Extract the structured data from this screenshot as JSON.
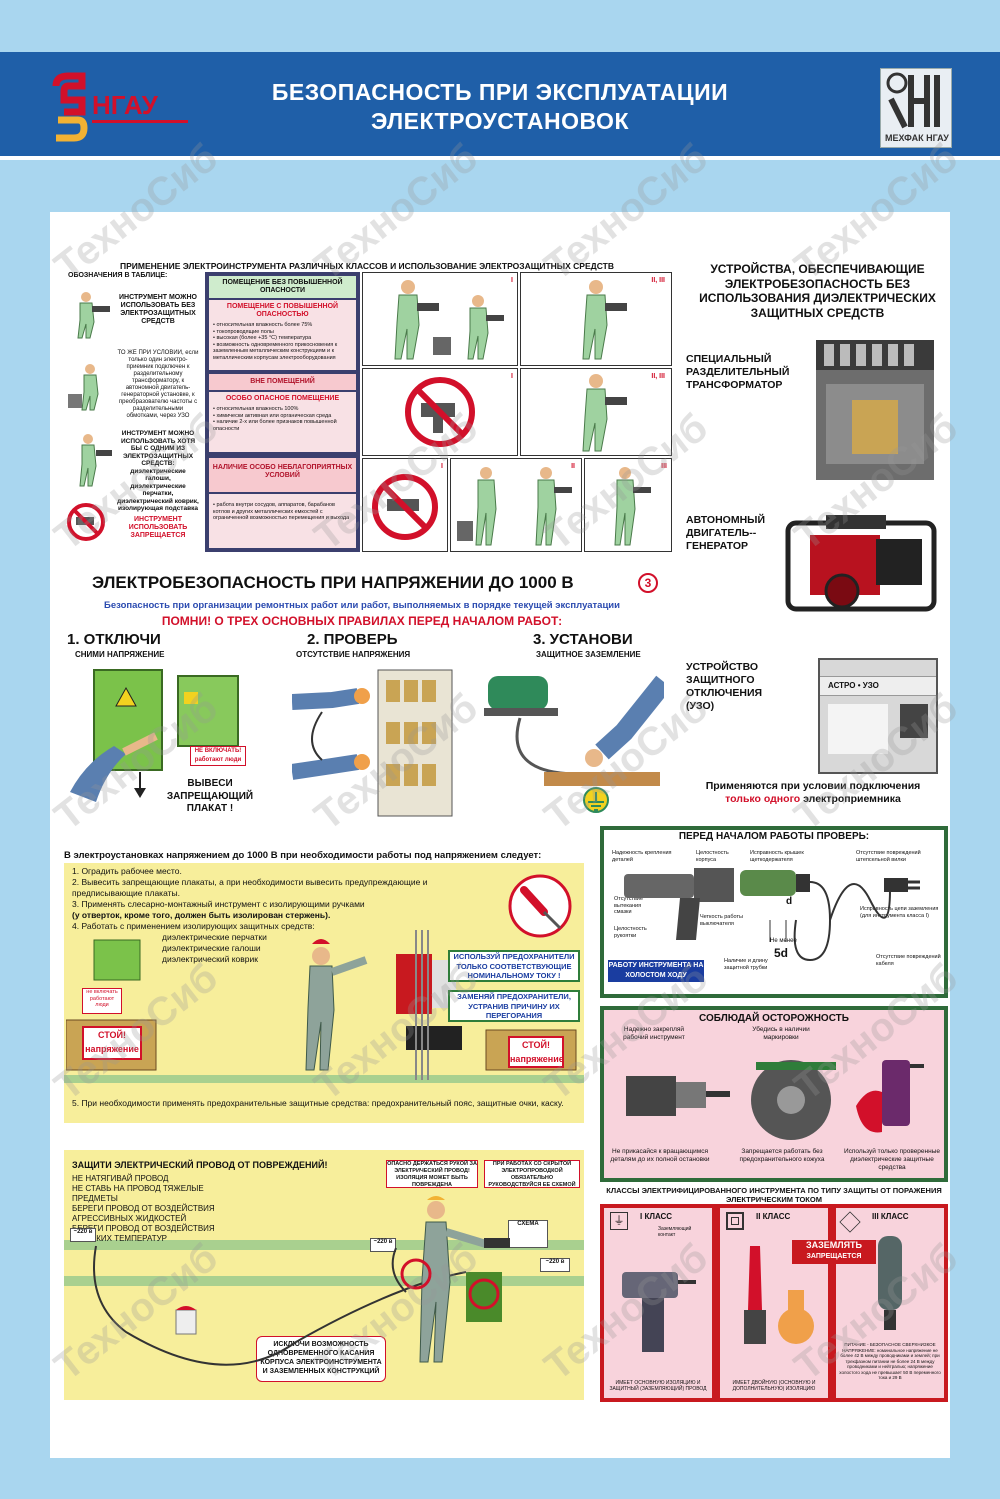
{
  "header": {
    "title_line1": "БЕЗОПАСНОСТЬ ПРИ ЭКСПЛУАТАЦИИ",
    "title_line2": "ЭЛЕКТРОУСТАНОВОК",
    "logo_left_text": "НГАУ",
    "logo_right_text": "МЕХФАК НГАУ"
  },
  "watermark": "ТехноСиб",
  "table_section": {
    "title": "ПРИМЕНЕНИЕ ЭЛЕКТРОИНСТРУМЕНТА РАЗЛИЧНЫХ КЛАССОВ И ИСПОЛЬЗОВАНИЕ ЭЛЕКТРОЗАЩИТНЫХ СРЕДСТВ",
    "legend_title": "ОБОЗНАЧЕНИЯ В ТАБЛИЦЕ:",
    "legend": [
      "ИНСТРУМЕНТ МОЖНО ИСПОЛЬЗОВАТЬ БЕЗ ЭЛЕКТРОЗАЩИТНЫХ СРЕДСТВ",
      "ТО ЖЕ ПРИ УСЛОВИИ, если только один электро-приемник подключен к разделительному трансформатору, к автономной двигатель-генераторной установке, к преобразователю частоты с разделительными обмотками, через УЗО",
      "ИНСТРУМЕНТ МОЖНО ИСПОЛЬЗОВАТЬ ХОТЯ БЫ С ОДНИМ ИЗ ЭЛЕКТРОЗАЩИТНЫХ СРЕДСТВ: диэлектрические галоши, диэлектрические перчатки, диэлектрический коврик, изолирующая подставка",
      "ИНСТРУМЕНТ ИСПОЛЬЗОВАТЬ ЗАПРЕЩАЕТСЯ"
    ],
    "rooms": [
      {
        "header": "ПОМЕЩЕНИЕ БЕЗ ПОВЫШЕННОЙ ОПАСНОСТИ",
        "sub": "ПОМЕЩЕНИЕ С ПОВЫШЕННОЙ ОПАСНОСТЬЮ",
        "items": [
          "относительная влажность более 75%",
          "токопроводящие полы",
          "высокая (более +35 °С) температура",
          "возможность одновременного прикосновения к заземленным металлическим конструкциям и к металлическим корпусам электрооборудования"
        ]
      },
      {
        "header": "ВНЕ ПОМЕЩЕНИЙ",
        "sub": "ОСОБО ОПАСНОЕ ПОМЕЩЕНИЕ",
        "items": [
          "относительная влажность 100%",
          "химически активная или органическая среда",
          "наличие 2-х или более признаков повышенной опасности"
        ]
      },
      {
        "header": "НАЛИЧИЕ ОСОБО НЕБЛАГОПРИЯТНЫХ УСЛОВИЙ",
        "sub": "",
        "items": [
          "работа внутри сосудов, аппаратов, барабанов котлов и других металлических емкостей с ограниченной возможностью перемещения и выхода"
        ]
      }
    ],
    "class_marks": [
      "I",
      "II, III",
      "I",
      "II, III",
      "I",
      "II",
      "III"
    ]
  },
  "devices": {
    "title": "УСТРОЙСТВА, ОБЕСПЕЧИВАЮЩИЕ ЭЛЕКТРОБЕЗОПАСНОСТЬ БЕЗ ИСПОЛЬЗОВАНИЯ ДИЭЛЕКТРИЧЕСКИХ ЗАЩИТНЫХ СРЕДСТВ",
    "items": [
      "СПЕЦИАЛЬНЫЙ РАЗДЕЛИТЕЛЬНЫЙ ТРАНСФОРМАТОР",
      "АВТОНОМНЫЙ ДВИГАТЕЛЬ--ГЕНЕРАТОР",
      "УСТРОЙСТВО ЗАЩИТНОГО ОТКЛЮЧЕНИЯ (УЗО)"
    ],
    "uzo_label": "АСТРО • УЗО",
    "note_line1": "Применяются при условии подключения",
    "note_red": "только одного",
    "note_line2": "электроприемника"
  },
  "rules": {
    "title": "ЭЛЕКТРОБЕЗОПАСНОСТЬ ПРИ НАПРЯЖЕНИИ ДО 1000 В",
    "badge": "3",
    "subtitle": "Безопасность при организации ремонтных работ или работ, выполняемых в порядке текущей эксплуатации",
    "remember": "ПОМНИ! О ТРЕХ ОСНОВНЫХ ПРАВИЛАХ ПЕРЕД НАЧАЛОМ РАБОТ:",
    "steps": [
      {
        "title": "1. ОТКЛЮЧИ",
        "sub": "СНИМИ НАПРЯЖЕНИЕ"
      },
      {
        "title": "2. ПРОВЕРЬ",
        "sub": "ОТСУТСТВИЕ НАПРЯЖЕНИЯ"
      },
      {
        "title": "3. УСТАНОВИ",
        "sub": "ЗАЩИТНОЕ ЗАЗЕМЛЕНИЕ"
      }
    ],
    "sign": "НЕ ВКЛЮЧАТЬ! работают люди",
    "hang_poster": "ВЫВЕСИ ЗАПРЕЩАЮЩИЙ ПЛАКАТ !"
  },
  "live_work": {
    "title": "В электроустановках напряжением до 1000 В при необходимости работы под напряжением следует:",
    "items": [
      "1. Оградить рабочее место.",
      "2. Вывесить запрещающие плакаты, а при необходимости вывесить предупреждающие и предписывающие плакаты.",
      "3. Применять слесарно-монтажный инструмент с изолирующими ручками",
      "(у отверток, кроме того, должен быть изолирован стержень).",
      "4. Работать с применением изолирующих защитных средств:",
      "диэлектрические перчатки",
      "диэлектрические галоши",
      "диэлектрический коврик",
      "5. При необходимости применять предохранительные защитные средства: предохранительный пояс, защитные очки, каску."
    ],
    "fuse_note1": "ИСПОЛЬЗУЙ ПРЕДОХРАНИТЕЛИ ТОЛЬКО СООТВЕТСТВУЮЩИЕ НОМИНАЛЬНОМУ ТОКУ !",
    "fuse_note2": "ЗАМЕНЯЙ ПРЕДОХРАНИТЕЛИ, УСТРАНИВ ПРИЧИНУ ИХ ПЕРЕГОРАНИЯ",
    "stop_sign": "СТОЙ! напряжение",
    "small_sign": "не включать работают люди"
  },
  "cable": {
    "title": "ЗАЩИТИ ЭЛЕКТРИЧЕСКИЙ ПРОВОД ОТ ПОВРЕЖДЕНИЙ!",
    "items": [
      "НЕ НАТЯГИВАЙ ПРОВОД",
      "НЕ СТАВЬ НА ПРОВОД ТЯЖЕЛЫЕ ПРЕДМЕТЫ",
      "БЕРЕГИ ПРОВОД ОТ ВОЗДЕЙСТВИЯ АГРЕССИВНЫХ ЖИДКОСТЕЙ",
      "БЕРЕГИ ПРОВОД ОТ ВОЗДЕЙСТВИЯ ВЫСОКИХ ТЕМПЕРАТУР"
    ],
    "note_hidden": "ОПАСНО ДЕРЖАТЬСЯ РУКОЙ ЗА ЭЛЕКТРИЧЕСКИЙ ПРОВОД! ИЗОЛЯЦИЯ МОЖЕТ БЫТЬ ПОВРЕЖДЕНА",
    "note_scheme": "ПРИ РАБОТАХ СО СКРЫТОЙ ЭЛЕКТРОПРОВОДКОЙ ОБЯЗАТЕЛЬНО РУКОВОДСТВУЙСЯ ЕЕ СХЕМОЙ",
    "note_contact": "ИСКЛЮЧИ ВОЗМОЖНОСТЬ ОДНОВРЕМЕННОГО КАСАНИЯ КОРПУСА ЭЛЕКТРОИНСТРУМЕНТА И ЗАЗЕМЛЕННЫХ КОНСТРУКЦИЙ",
    "voltage": "~220 в",
    "scheme_label": "СХЕМА"
  },
  "check": {
    "title": "ПЕРЕД НАЧАЛОМ РАБОТЫ ПРОВЕРЬ:",
    "labels": [
      "Надежность крепления деталей",
      "Целостность корпуса",
      "Исправность крышек щеткодержателя",
      "Отсутствие повреждений штепсельной вилки",
      "Отсутствие вытекания смазки",
      "Целостность рукоятки",
      "Четкость работы выключателя",
      "Наличие и длину защитной трубки",
      "Исправность цепи заземления (для инструмента класса I)",
      "Отсутствие повреждений кабеля"
    ],
    "idle": "РАБОТУ ИНСТРУМЕНТА НА ХОЛОСТОМ ХОДУ",
    "d": "d",
    "five_d": "5d",
    "not_less": "Не менее"
  },
  "careful": {
    "title": "СОБЛЮДАЙ ОСТОРОЖНОСТЬ",
    "top": [
      "Надежно закрепляй рабочий инструмент",
      "Убедись в наличии маркировки"
    ],
    "bottom": [
      "Не прикасайся к вращающимся деталям до их полной остановки",
      "Запрещается работать без предохранительного кожуха",
      "Используй только проверенные диэлектрические защитные средства"
    ]
  },
  "classes": {
    "title": "КЛАССЫ ЭЛЕКТРИФИЦИРОВАННОГО ИНСТРУМЕНТА ПО ТИПУ ЗАЩИТЫ ОТ ПОРАЖЕНИЯ ЭЛЕКТРИЧЕСКИМ ТОКОМ",
    "items": [
      {
        "label": "I КЛАСС",
        "note": "ИМЕЕТ ОСНОВНУЮ ИЗОЛЯЦИЮ И ЗАЩИТНЫЙ (ЗАЗЕМЛЯЮЩИЙ) ПРОВОД",
        "extra": "Заземляющий контакт"
      },
      {
        "label": "II КЛАСС",
        "note": "ИМЕЕТ ДВОЙНУЮ (ОСНОВНУЮ И ДОПОЛНИТЕЛЬНУЮ) ИЗОЛЯЦИЮ",
        "extra": ""
      },
      {
        "label": "III КЛАСС",
        "note": "ПИТАНИЕ - БЕЗОПАСНОЕ СВЕРХНИЗКОЕ НАПРЯЖЕНИЕ: номинальное напряжение не более 42 В между проводниками и землей; при трехфазном питании не более 24 В между проводниками и нейтралью; напряжение холостого хода не превышает 50 В переменного тока и 29 В",
        "extra": ""
      }
    ],
    "ground_stamp1": "ЗАЗЕМЛЯТЬ",
    "ground_stamp2": "запрещается"
  },
  "colors": {
    "header_bg": "#1f5fa8",
    "page_bg": "#a9d6ef",
    "accent_red": "#d2102a",
    "frame_green": "#2f6b3a",
    "pink": "#f8d3dc",
    "yellow": "#f7ee9b"
  }
}
